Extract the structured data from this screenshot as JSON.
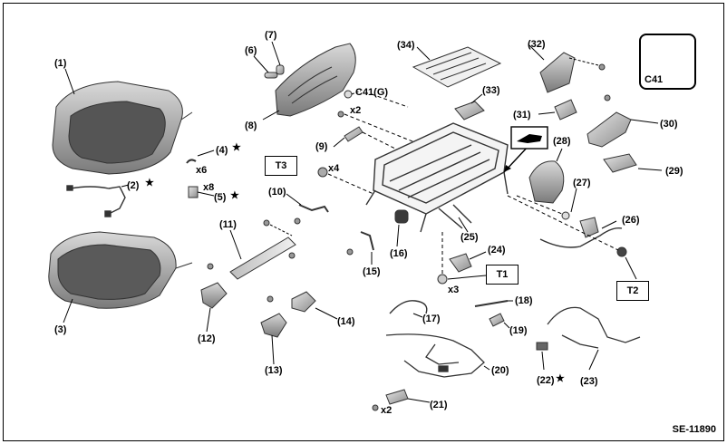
{
  "diagram_code": "SE-11890",
  "callouts": {
    "c1": "(1)",
    "c2": "(2)",
    "c3": "(3)",
    "c4": "(4)",
    "c5": "(5)",
    "c6": "(6)",
    "c7": "(7)",
    "c8": "(8)",
    "c9": "(9)",
    "c10": "(10)",
    "c11": "(11)",
    "c12": "(12)",
    "c13": "(13)",
    "c14": "(14)",
    "c15": "(15)",
    "c16": "(16)",
    "c17": "(17)",
    "c18": "(18)",
    "c19": "(19)",
    "c20": "(20)",
    "c21": "(21)",
    "c22": "(22)",
    "c23": "(23)",
    "c24": "(24)",
    "c25": "(25)",
    "c26": "(26)",
    "c27": "(27)",
    "c28": "(28)",
    "c29": "(29)",
    "c30": "(30)",
    "c31": "(31)",
    "c32": "(32)",
    "c33": "(33)",
    "c34": "(34)"
  },
  "quantities": {
    "q_x6": "x6",
    "q_x8": "x8",
    "q_x2_top": "x2",
    "q_x4": "x4",
    "q_x3": "x3",
    "q_x2_bottom": "x2"
  },
  "special": {
    "c41g": "C41(G)",
    "c41": "C41",
    "star": "★"
  },
  "torque_tags": {
    "t1": "T1",
    "t2": "T2",
    "t3": "T3"
  }
}
